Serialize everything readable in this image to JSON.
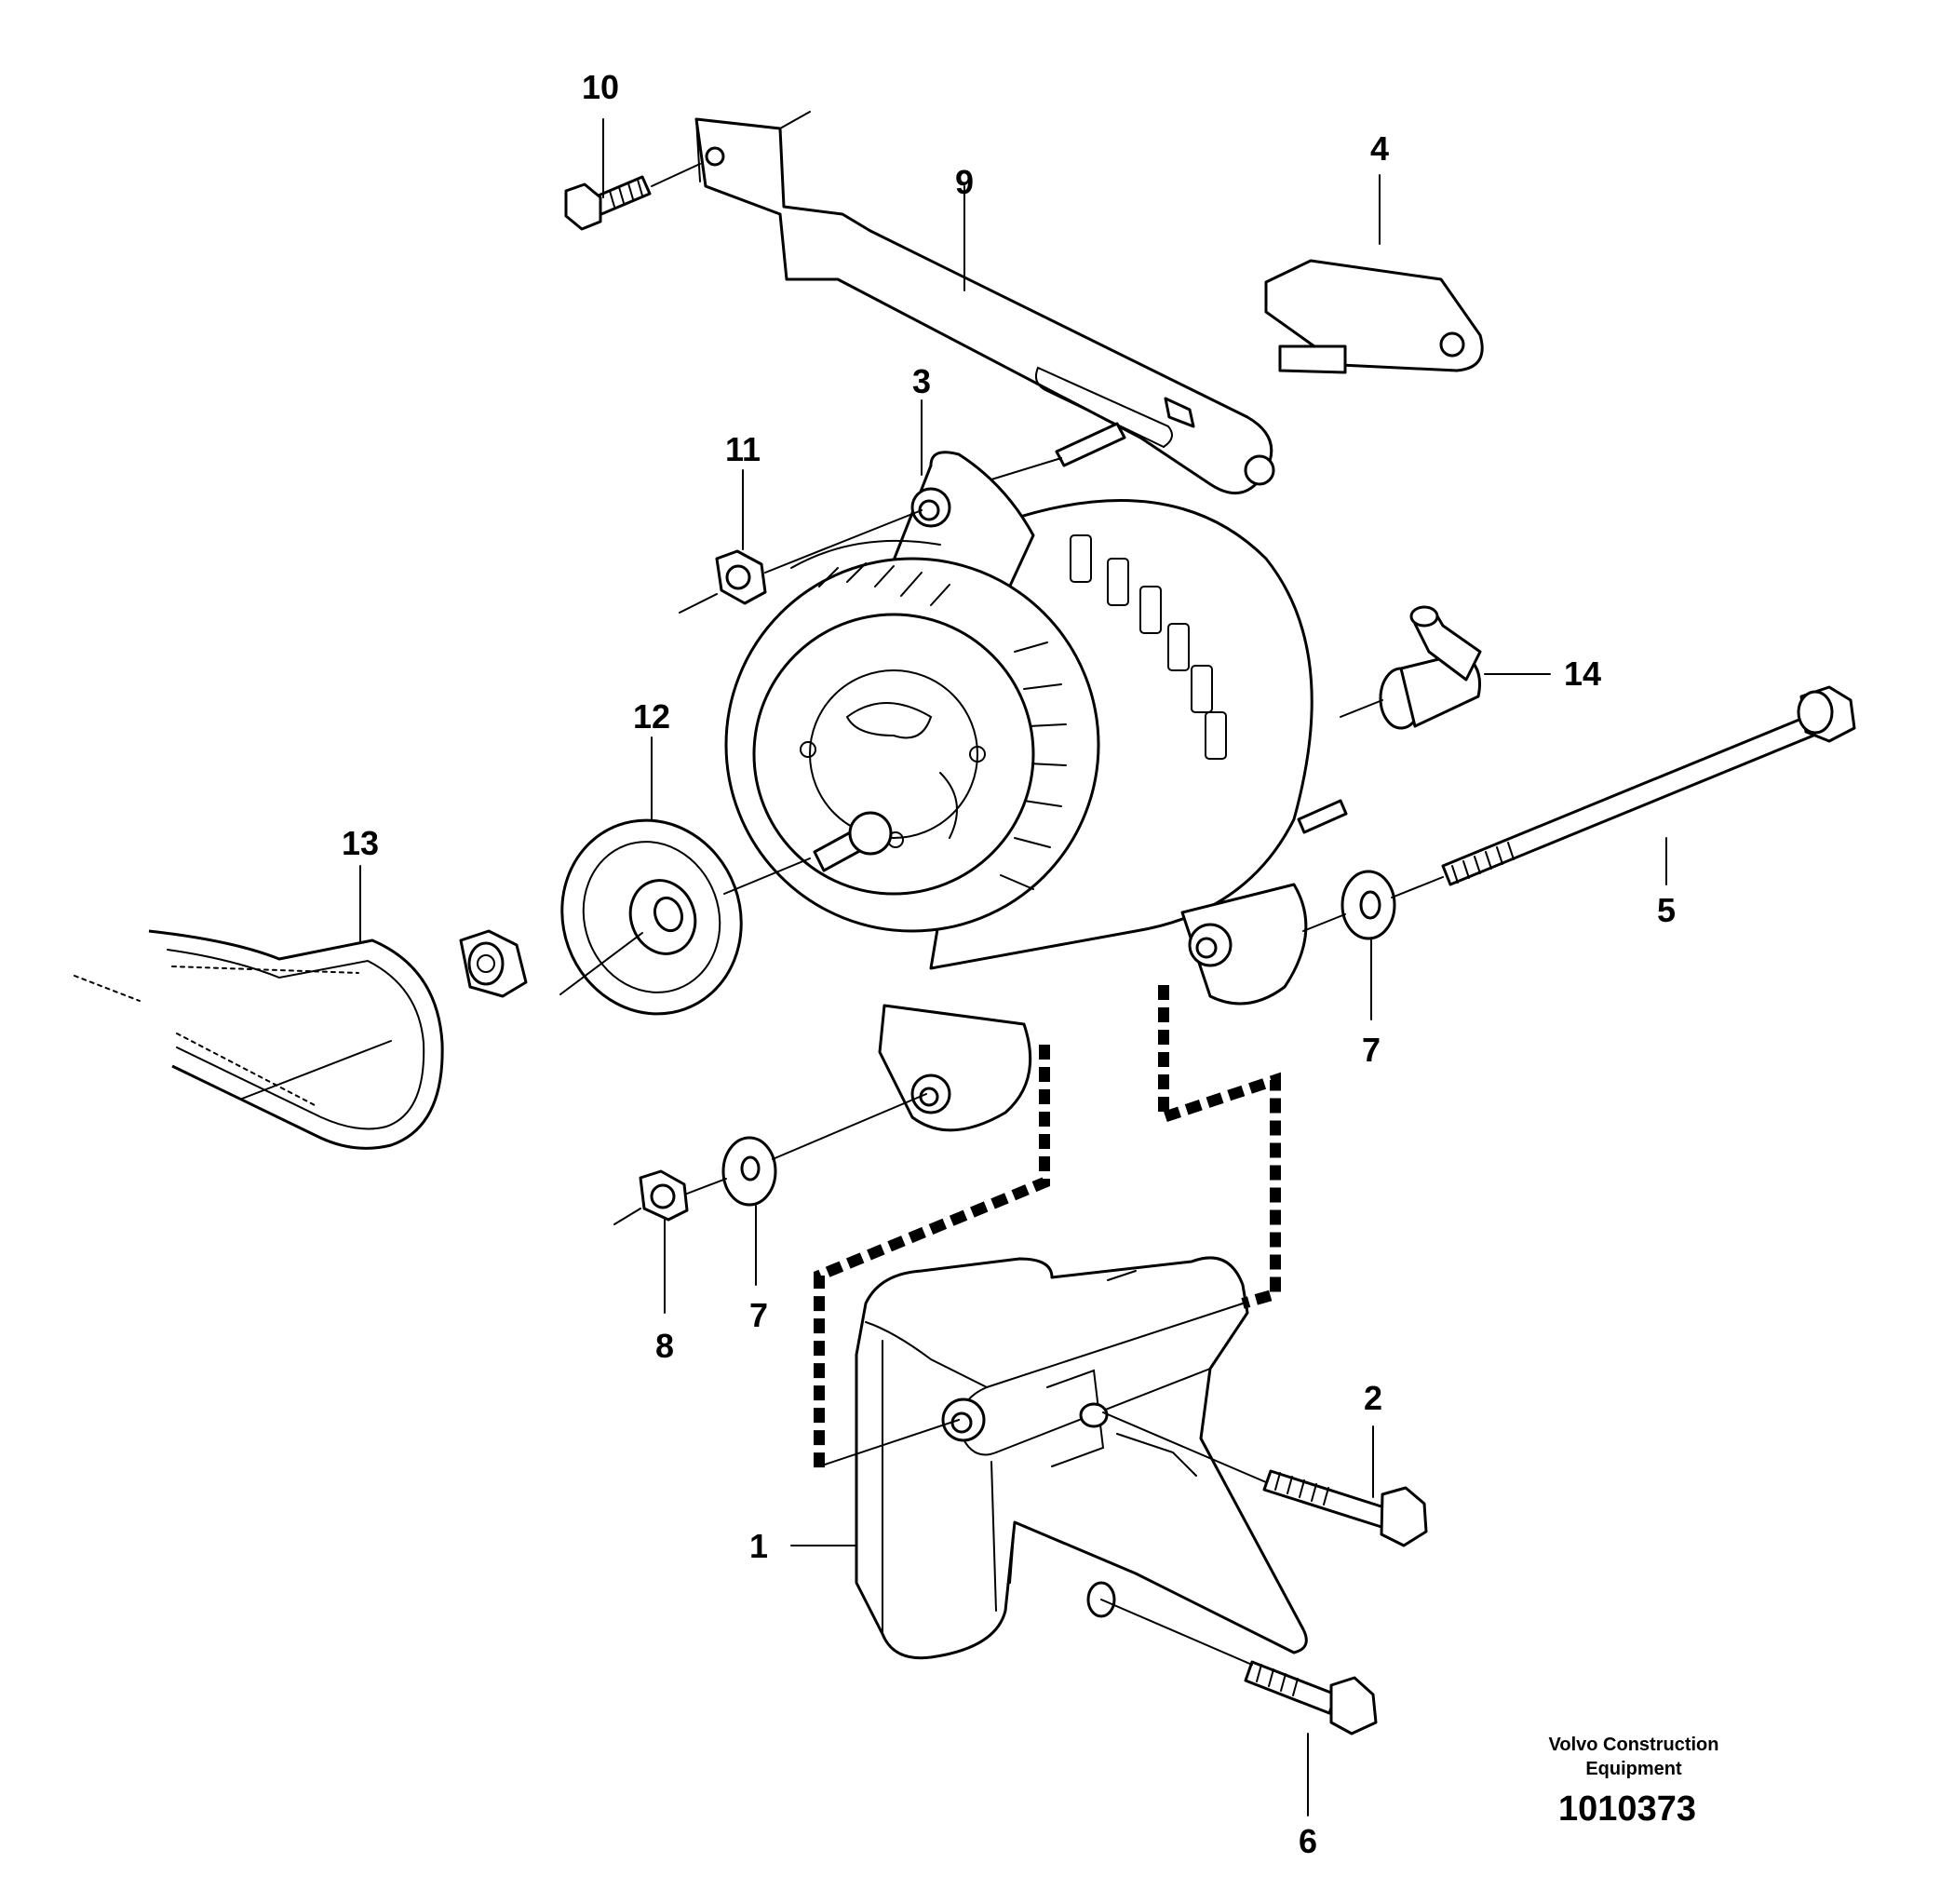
{
  "callouts": [
    "1",
    "2",
    "3",
    "4",
    "5",
    "6",
    "7",
    "7",
    "7",
    "8",
    "9",
    "10",
    "11",
    "12",
    "13",
    "14"
  ],
  "footer": {
    "company_line1": "Volvo Construction",
    "company_line2": "Equipment",
    "figure_number": "1010373"
  }
}
